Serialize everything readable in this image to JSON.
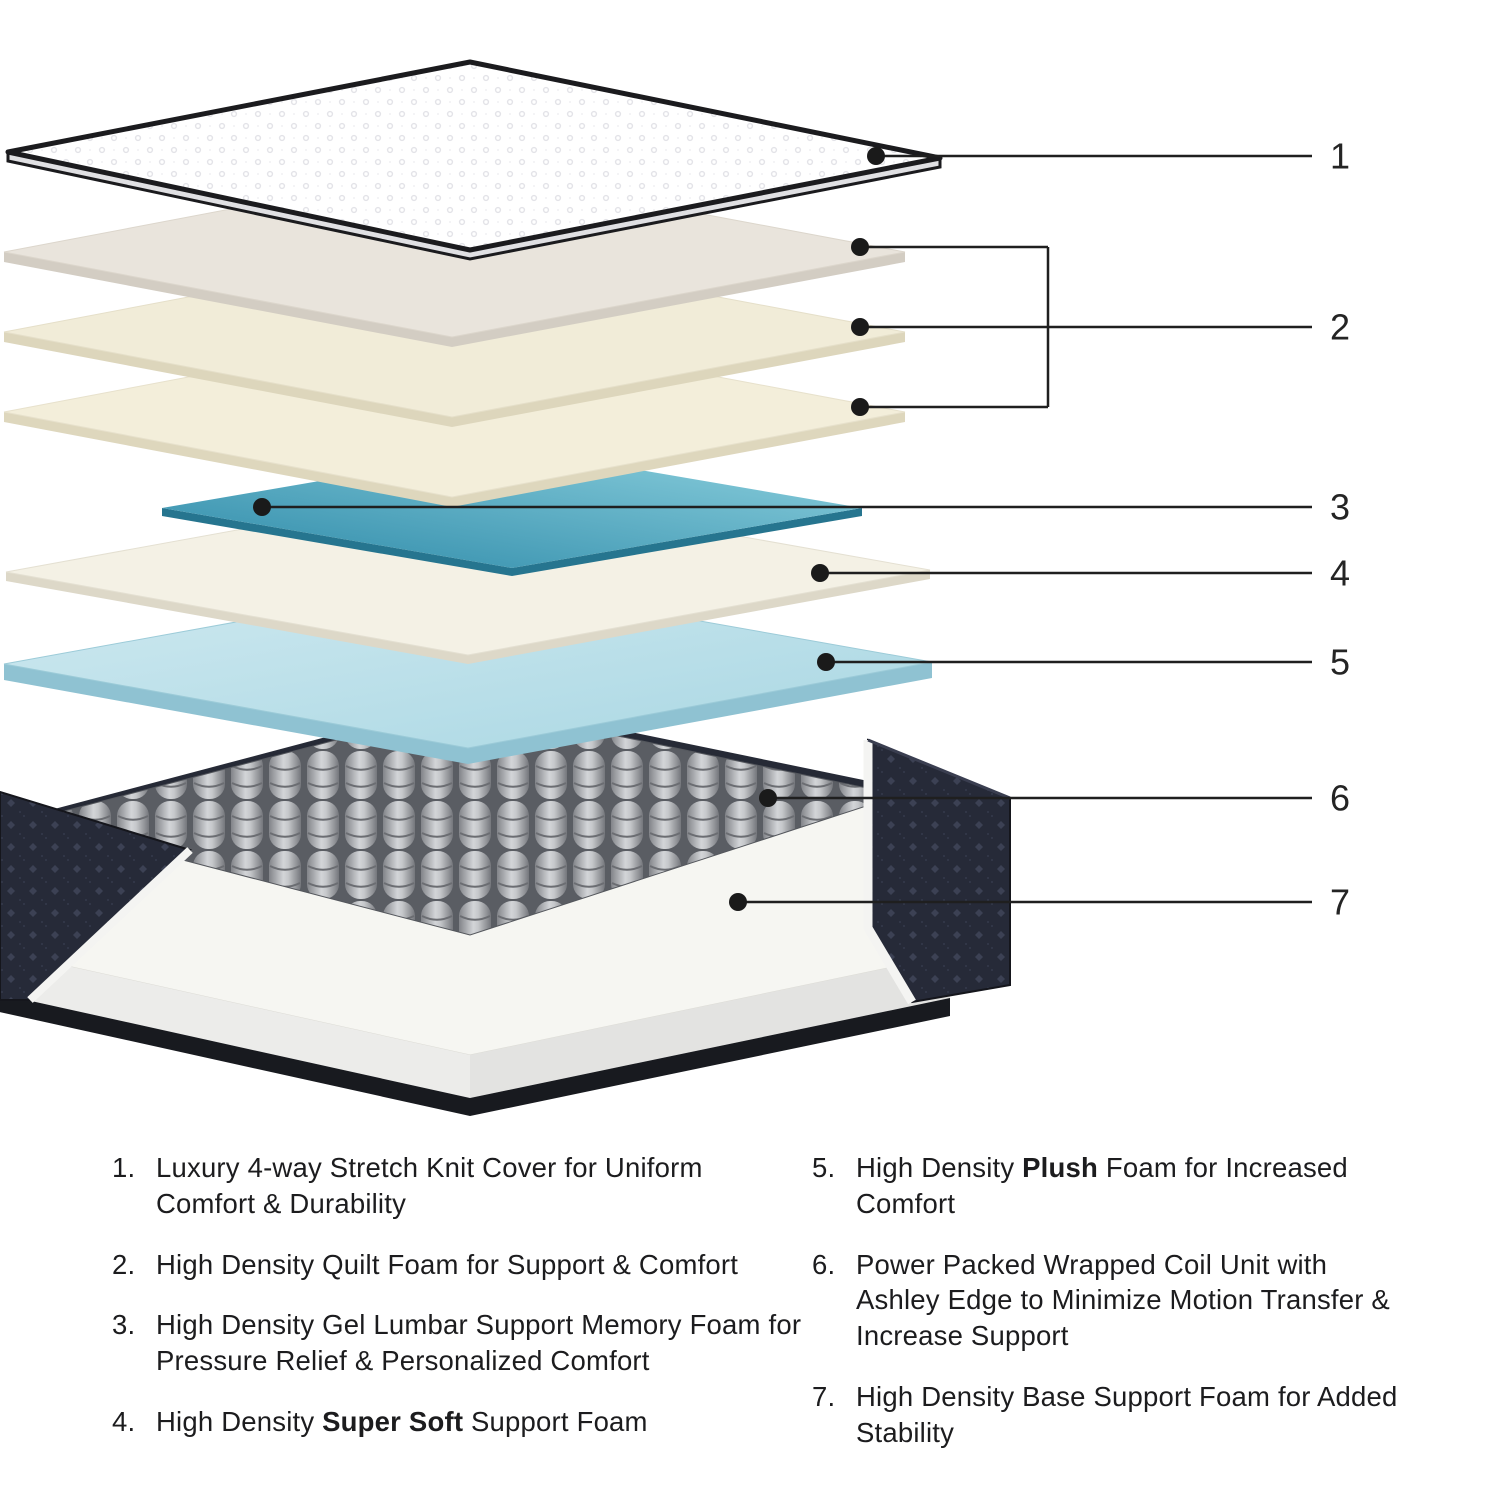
{
  "callouts": {
    "labels": [
      "1",
      "2",
      "3",
      "4",
      "5",
      "6",
      "7"
    ]
  },
  "legend": {
    "left": [
      {
        "num": "1.",
        "parts": [
          {
            "text": "Luxury 4-way Stretch Knit Cover for Uniform Comfort & Durability"
          }
        ]
      },
      {
        "num": "2.",
        "parts": [
          {
            "text": "High Density Quilt Foam for Support & Comfort"
          }
        ]
      },
      {
        "num": "3.",
        "parts": [
          {
            "text": "High Density Gel Lumbar Support Memory Foam for Pressure Relief & Personalized Comfort"
          }
        ]
      },
      {
        "num": "4.",
        "parts": [
          {
            "text": "High Density "
          },
          {
            "text": "Super Soft",
            "bold": true
          },
          {
            "text": " Support Foam"
          }
        ]
      }
    ],
    "right": [
      {
        "num": "5.",
        "parts": [
          {
            "text": "High Density "
          },
          {
            "text": "Plush",
            "bold": true
          },
          {
            "text": " Foam for Increased Comfort"
          }
        ]
      },
      {
        "num": "6.",
        "parts": [
          {
            "text": "Power Packed Wrapped Coil Unit with Ashley Edge to Minimize Motion Transfer & Increase Support"
          }
        ]
      },
      {
        "num": "7.",
        "parts": [
          {
            "text": "High Density Base Support Foam for Added Stability"
          }
        ]
      }
    ]
  },
  "colors": {
    "cover_white": "#ffffff",
    "quilt_foam_cream": "#f1ecd8",
    "gel_teal": "#2e8dac",
    "super_soft_ivory": "#f4f1e5",
    "plush_blue": "#bfe0ea",
    "coil_gray": "#9a9da2",
    "fabric_dark": "#262a38",
    "line_black": "#1f1f1f"
  }
}
